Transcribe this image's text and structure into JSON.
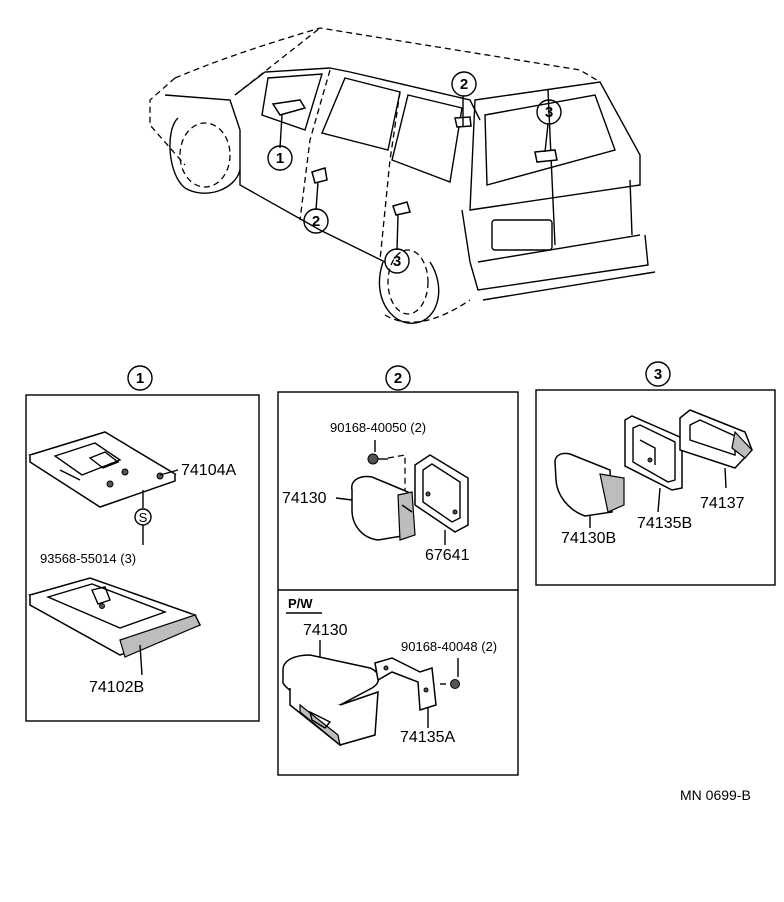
{
  "markers": {
    "m1": "1",
    "m2": "2",
    "m3": "3"
  },
  "callouts": [
    "1",
    "2",
    "2",
    "3",
    "3"
  ],
  "group1": {
    "marker": "1",
    "parts": {
      "lid": "74104A",
      "screw_symbol": "S",
      "screw": "93568-55014 (3)",
      "tray": "74102B"
    }
  },
  "group2": {
    "marker": "2",
    "parts": {
      "screw": "90168-40050 (2)",
      "ashtray": "74130",
      "frame": "67641"
    },
    "pw": {
      "heading": "P/W",
      "ashtray": "74130",
      "screw": "90168-40048 (2)",
      "bracket": "74135A"
    }
  },
  "group3": {
    "marker": "3",
    "parts": {
      "ashtray": "74130B",
      "housing": "74135B",
      "cover": "74137"
    }
  },
  "footer": {
    "code": "MN  0699-B"
  }
}
